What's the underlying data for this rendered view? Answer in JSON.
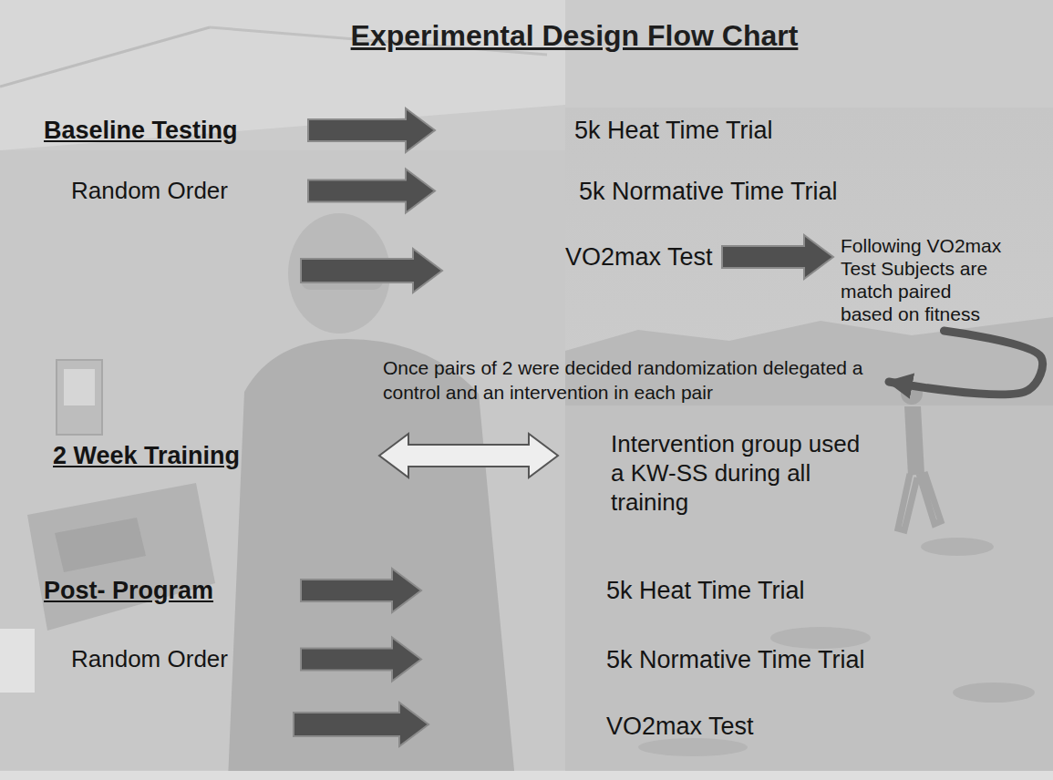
{
  "diagram": {
    "title": "Experimental Design Flow Chart",
    "nodes": [
      {
        "text": [
          "Baseline Testing"
        ]
      },
      {
        "text": [
          "5k Heat Time Trial"
        ]
      },
      {
        "text": [
          "Random Order"
        ]
      },
      {
        "text": [
          "5k Normative Time Trial"
        ]
      },
      {
        "text": [
          "VO2max Test"
        ]
      },
      {
        "text": [
          "Following VO2max Test Subjects are match paired based on fitness"
        ]
      },
      {
        "text": [
          "Once pairs of 2 were decided randomization delegated a control and an intervention in each pair"
        ]
      },
      {
        "text": [
          "2 Week Training"
        ]
      },
      {
        "text": [
          "Intervention group used a KW-SS during all training"
        ]
      },
      {
        "text": [
          "Post- Program"
        ]
      },
      {
        "text": [
          "5k Heat Time Trial"
        ]
      },
      {
        "text": [
          "Random Order"
        ]
      },
      {
        "text": [
          "5k Normative Time Trial"
        ]
      },
      {
        "text": [
          "VO2max Test"
        ]
      }
    ],
    "edges": [
      {
        "from": 0,
        "to": 1,
        "arrow": "to"
      },
      {
        "from": 2,
        "to": 3,
        "arrow": "to"
      },
      {
        "from": 4,
        "to": 5,
        "arrow": "to"
      },
      {
        "from": 5,
        "to": 6,
        "arrow": "to"
      },
      {
        "from": 7,
        "to": 8,
        "arrow": "both"
      },
      {
        "from": 9,
        "to": 10,
        "arrow": "to"
      },
      {
        "from": 11,
        "to": 12,
        "arrow": "to"
      }
    ]
  }
}
